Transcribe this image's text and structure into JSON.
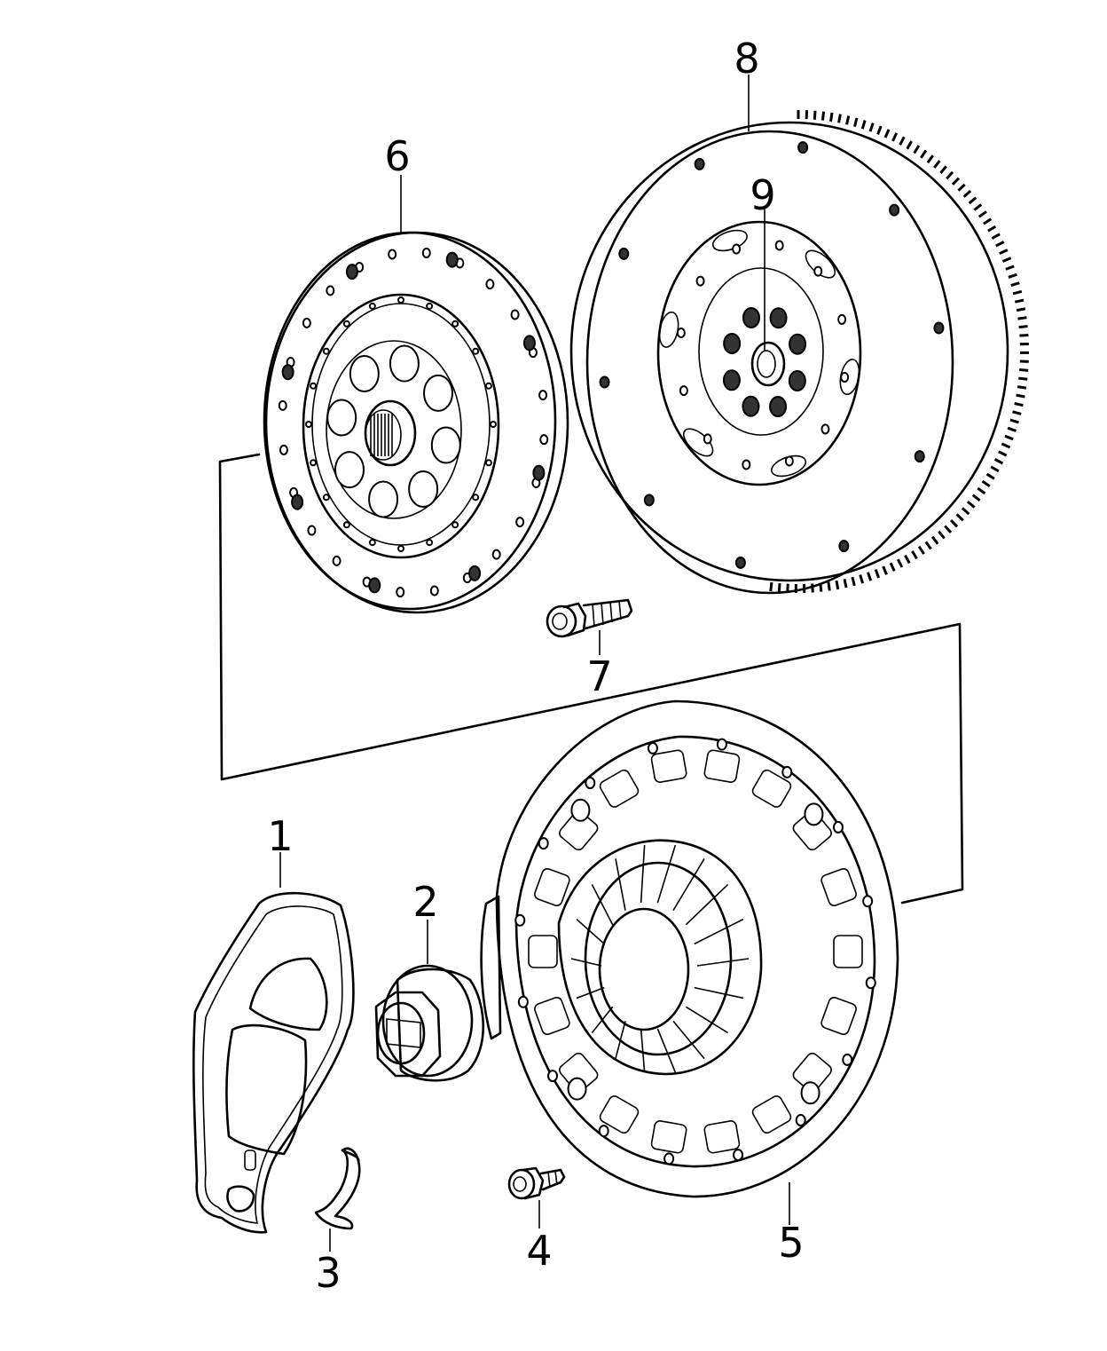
{
  "callouts": {
    "part_1": "1",
    "part_2": "2",
    "part_3": "3",
    "part_4": "4",
    "part_5": "5",
    "part_6": "6",
    "part_7": "7",
    "part_8": "8",
    "part_9": "9"
  },
  "colors": {
    "line": "#000000",
    "background": "#ffffff"
  }
}
